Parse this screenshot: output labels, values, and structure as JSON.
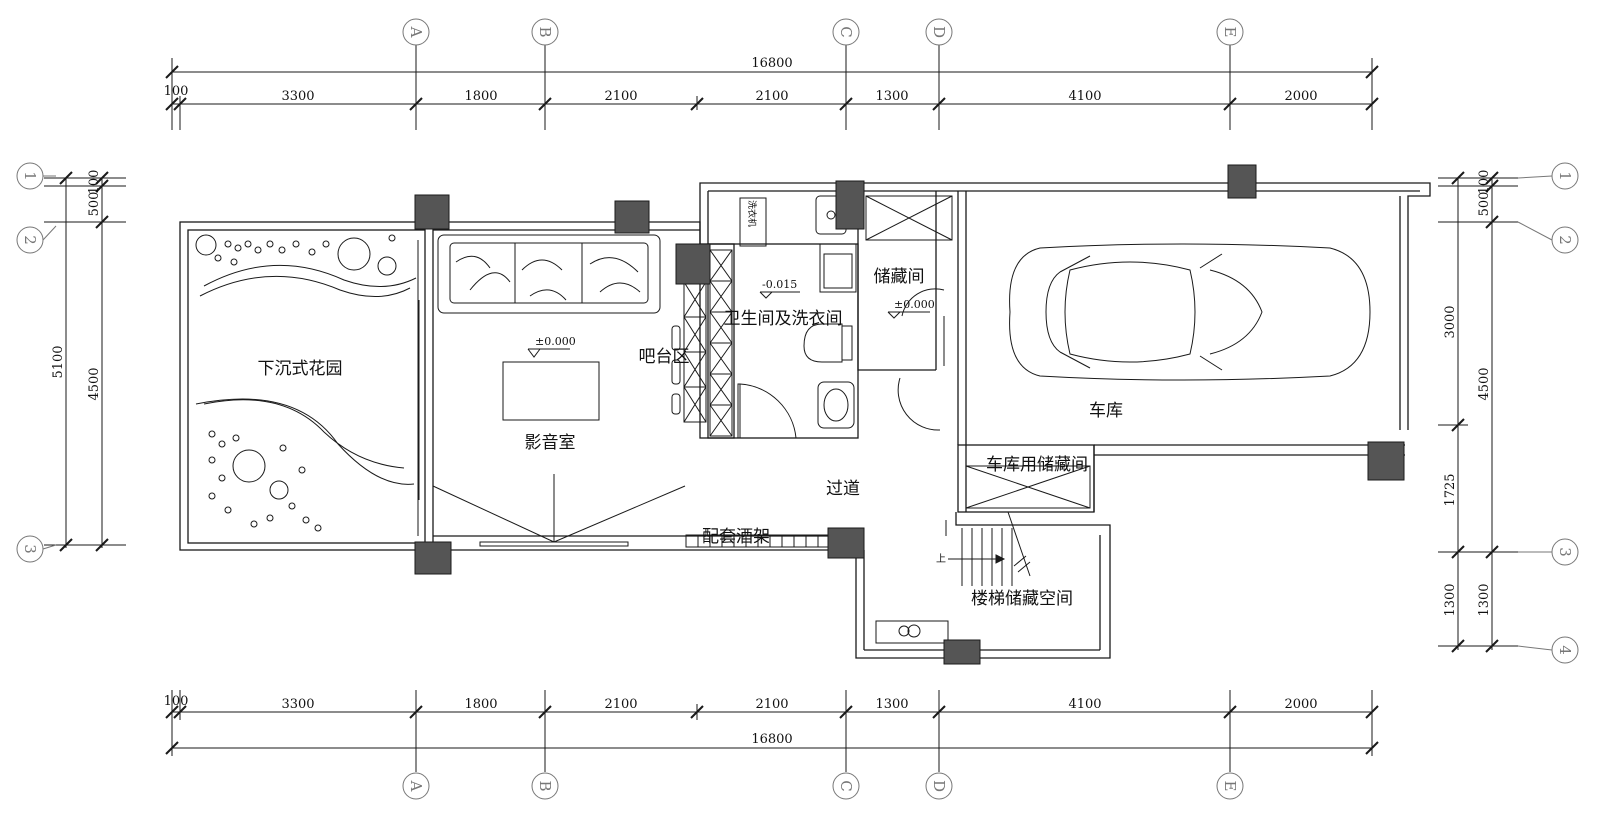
{
  "colors": {
    "line": "#1a1a1a",
    "column": "#555555",
    "axis_label": "#777777"
  },
  "axes": {
    "columns_top": [
      "A",
      "B",
      "C",
      "D",
      "E"
    ],
    "columns_bottom": [
      "A",
      "B",
      "C",
      "D",
      "E"
    ],
    "rows_left": [
      "1",
      "2",
      "3"
    ],
    "rows_right": [
      "1",
      "2",
      "3",
      "4"
    ]
  },
  "dimensions": {
    "top_total": "16800",
    "top_segments": [
      "100",
      "3300",
      "1800",
      "2100",
      "2100",
      "1300",
      "4100",
      "2000"
    ],
    "bottom_total": "16800",
    "bottom_segments": [
      "100",
      "3300",
      "1800",
      "2100",
      "2100",
      "1300",
      "4100",
      "2000"
    ],
    "left_outer": "5100",
    "left_inner": [
      "100",
      "500",
      "4500"
    ],
    "right_outer": [
      "3000",
      "4500",
      "1725",
      "1300"
    ],
    "right_inner": [
      "100",
      "500",
      "1300"
    ]
  },
  "rooms": {
    "garden": "下沉式花园",
    "theater": "影音室",
    "bar": "吧台区",
    "bathroom": "卫生间及洗衣间",
    "storage": "储藏间",
    "garage": "车库",
    "garage_storage": "车库用储藏间",
    "corridor": "过道",
    "wine_rack": "配套酒架",
    "stair_storage": "楼梯储藏空间"
  },
  "fixtures": {
    "washer": "洗衣机",
    "stair_up": "上"
  },
  "levels": {
    "theater": "±0.000",
    "bathroom": "-0.015",
    "storage": "±0.000"
  }
}
